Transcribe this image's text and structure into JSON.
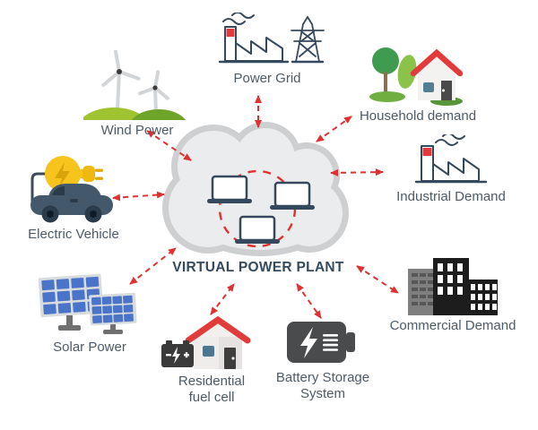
{
  "center": {
    "label": "VIRTUAL POWER PLANT",
    "description": "cloud containing three networked laptops linked by a dashed red circle",
    "laptop_count": 3
  },
  "nodes": {
    "power_grid": {
      "label": "Power Grid"
    },
    "wind_power": {
      "label": "Wind Power"
    },
    "electric_vehicle": {
      "label": "Electric Vehicle"
    },
    "solar_power": {
      "label": "Solar Power"
    },
    "residential_fuel_cell": {
      "label_line1": "Residential",
      "label_line2": "fuel cell"
    },
    "battery_storage": {
      "label_line1": "Battery Storage",
      "label_line2": "System"
    },
    "commercial_demand": {
      "label": "Commercial Demand"
    },
    "industrial_demand": {
      "label": "Industrial Demand"
    },
    "household_demand": {
      "label": "Household demand"
    }
  },
  "connections": [
    {
      "from": "virtual-power-plant",
      "to": "power-grid",
      "bidirectional": true,
      "style": "dashed"
    },
    {
      "from": "virtual-power-plant",
      "to": "wind-power",
      "bidirectional": true,
      "style": "dashed"
    },
    {
      "from": "virtual-power-plant",
      "to": "electric-vehicle",
      "bidirectional": true,
      "style": "dashed"
    },
    {
      "from": "virtual-power-plant",
      "to": "solar-power",
      "bidirectional": true,
      "style": "dashed"
    },
    {
      "from": "virtual-power-plant",
      "to": "residential-fuel-cell",
      "bidirectional": true,
      "style": "dashed"
    },
    {
      "from": "virtual-power-plant",
      "to": "battery-storage-system",
      "bidirectional": true,
      "style": "dashed"
    },
    {
      "from": "virtual-power-plant",
      "to": "commercial-demand",
      "bidirectional": true,
      "style": "dashed"
    },
    {
      "from": "virtual-power-plant",
      "to": "industrial-demand",
      "bidirectional": true,
      "style": "dashed"
    },
    {
      "from": "virtual-power-plant",
      "to": "household-demand",
      "bidirectional": true,
      "style": "dashed"
    }
  ],
  "colors": {
    "arrow": "#e03131",
    "cloud_fill": "#ebeced",
    "cloud_border": "#cdcfd0",
    "icon_navy": "#35495e",
    "label_text": "#4d5a68",
    "title_text": "#334a5e",
    "accent_red": "#e23b3b",
    "accent_yellow": "#f6c41d",
    "accent_green": "#a0c332",
    "panel_blue": "#4a74c9"
  }
}
